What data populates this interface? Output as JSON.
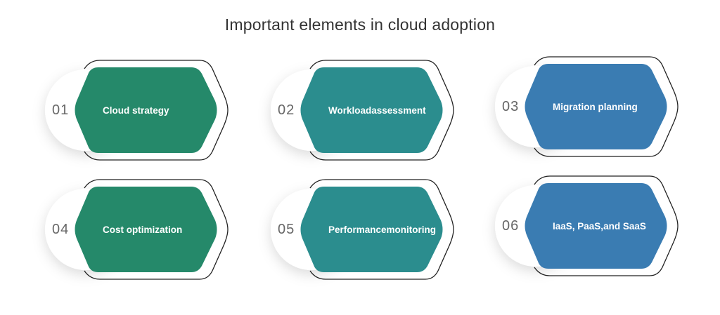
{
  "title": "Important elements in cloud adoption",
  "items": [
    {
      "number": "01",
      "label_lines": [
        "Cloud strategy"
      ],
      "color": "#25896a"
    },
    {
      "number": "02",
      "label_lines": [
        "Workload",
        "assessment"
      ],
      "color": "#2b8d8e"
    },
    {
      "number": "03",
      "label_lines": [
        "Migration planning"
      ],
      "color": "#3a7cb2"
    },
    {
      "number": "04",
      "label_lines": [
        "Cost optimization"
      ],
      "color": "#25896a"
    },
    {
      "number": "05",
      "label_lines": [
        "Performance",
        "monitoring"
      ],
      "color": "#2b8d8e"
    },
    {
      "number": "06",
      "label_lines": [
        "IaaS, PaaS,",
        "and SaaS"
      ],
      "color": "#3a7cb2"
    }
  ]
}
